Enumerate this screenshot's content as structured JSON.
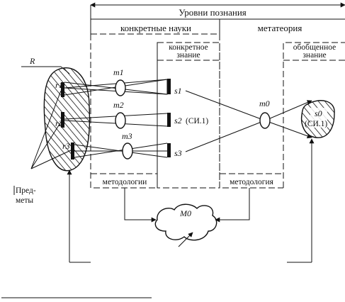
{
  "header": {
    "title": "Уровни познания",
    "col_sciences": "конкретные науки",
    "col_metatheory": "метатеория"
  },
  "boxes": {
    "concrete_knowledge": [
      "конкретное",
      "знание"
    ],
    "generalized_knowledge": [
      "обобщенное",
      "знание"
    ],
    "methodologies": "методологии",
    "methodology": "методология"
  },
  "object": {
    "region_label": "R",
    "items": [
      "r1",
      "r2",
      "r3"
    ],
    "caption": [
      "Пред-",
      "меты"
    ]
  },
  "methods": [
    "m1",
    "m2",
    "m3"
  ],
  "results": [
    {
      "label": "s1",
      "suffix": ""
    },
    {
      "label": "s2",
      "suffix": "(СИ.1)"
    },
    {
      "label": "s3",
      "suffix": ""
    }
  ],
  "meta": {
    "method": "m0",
    "result": "s0",
    "result_suffix": "(СИ.1)",
    "center": "M0"
  }
}
